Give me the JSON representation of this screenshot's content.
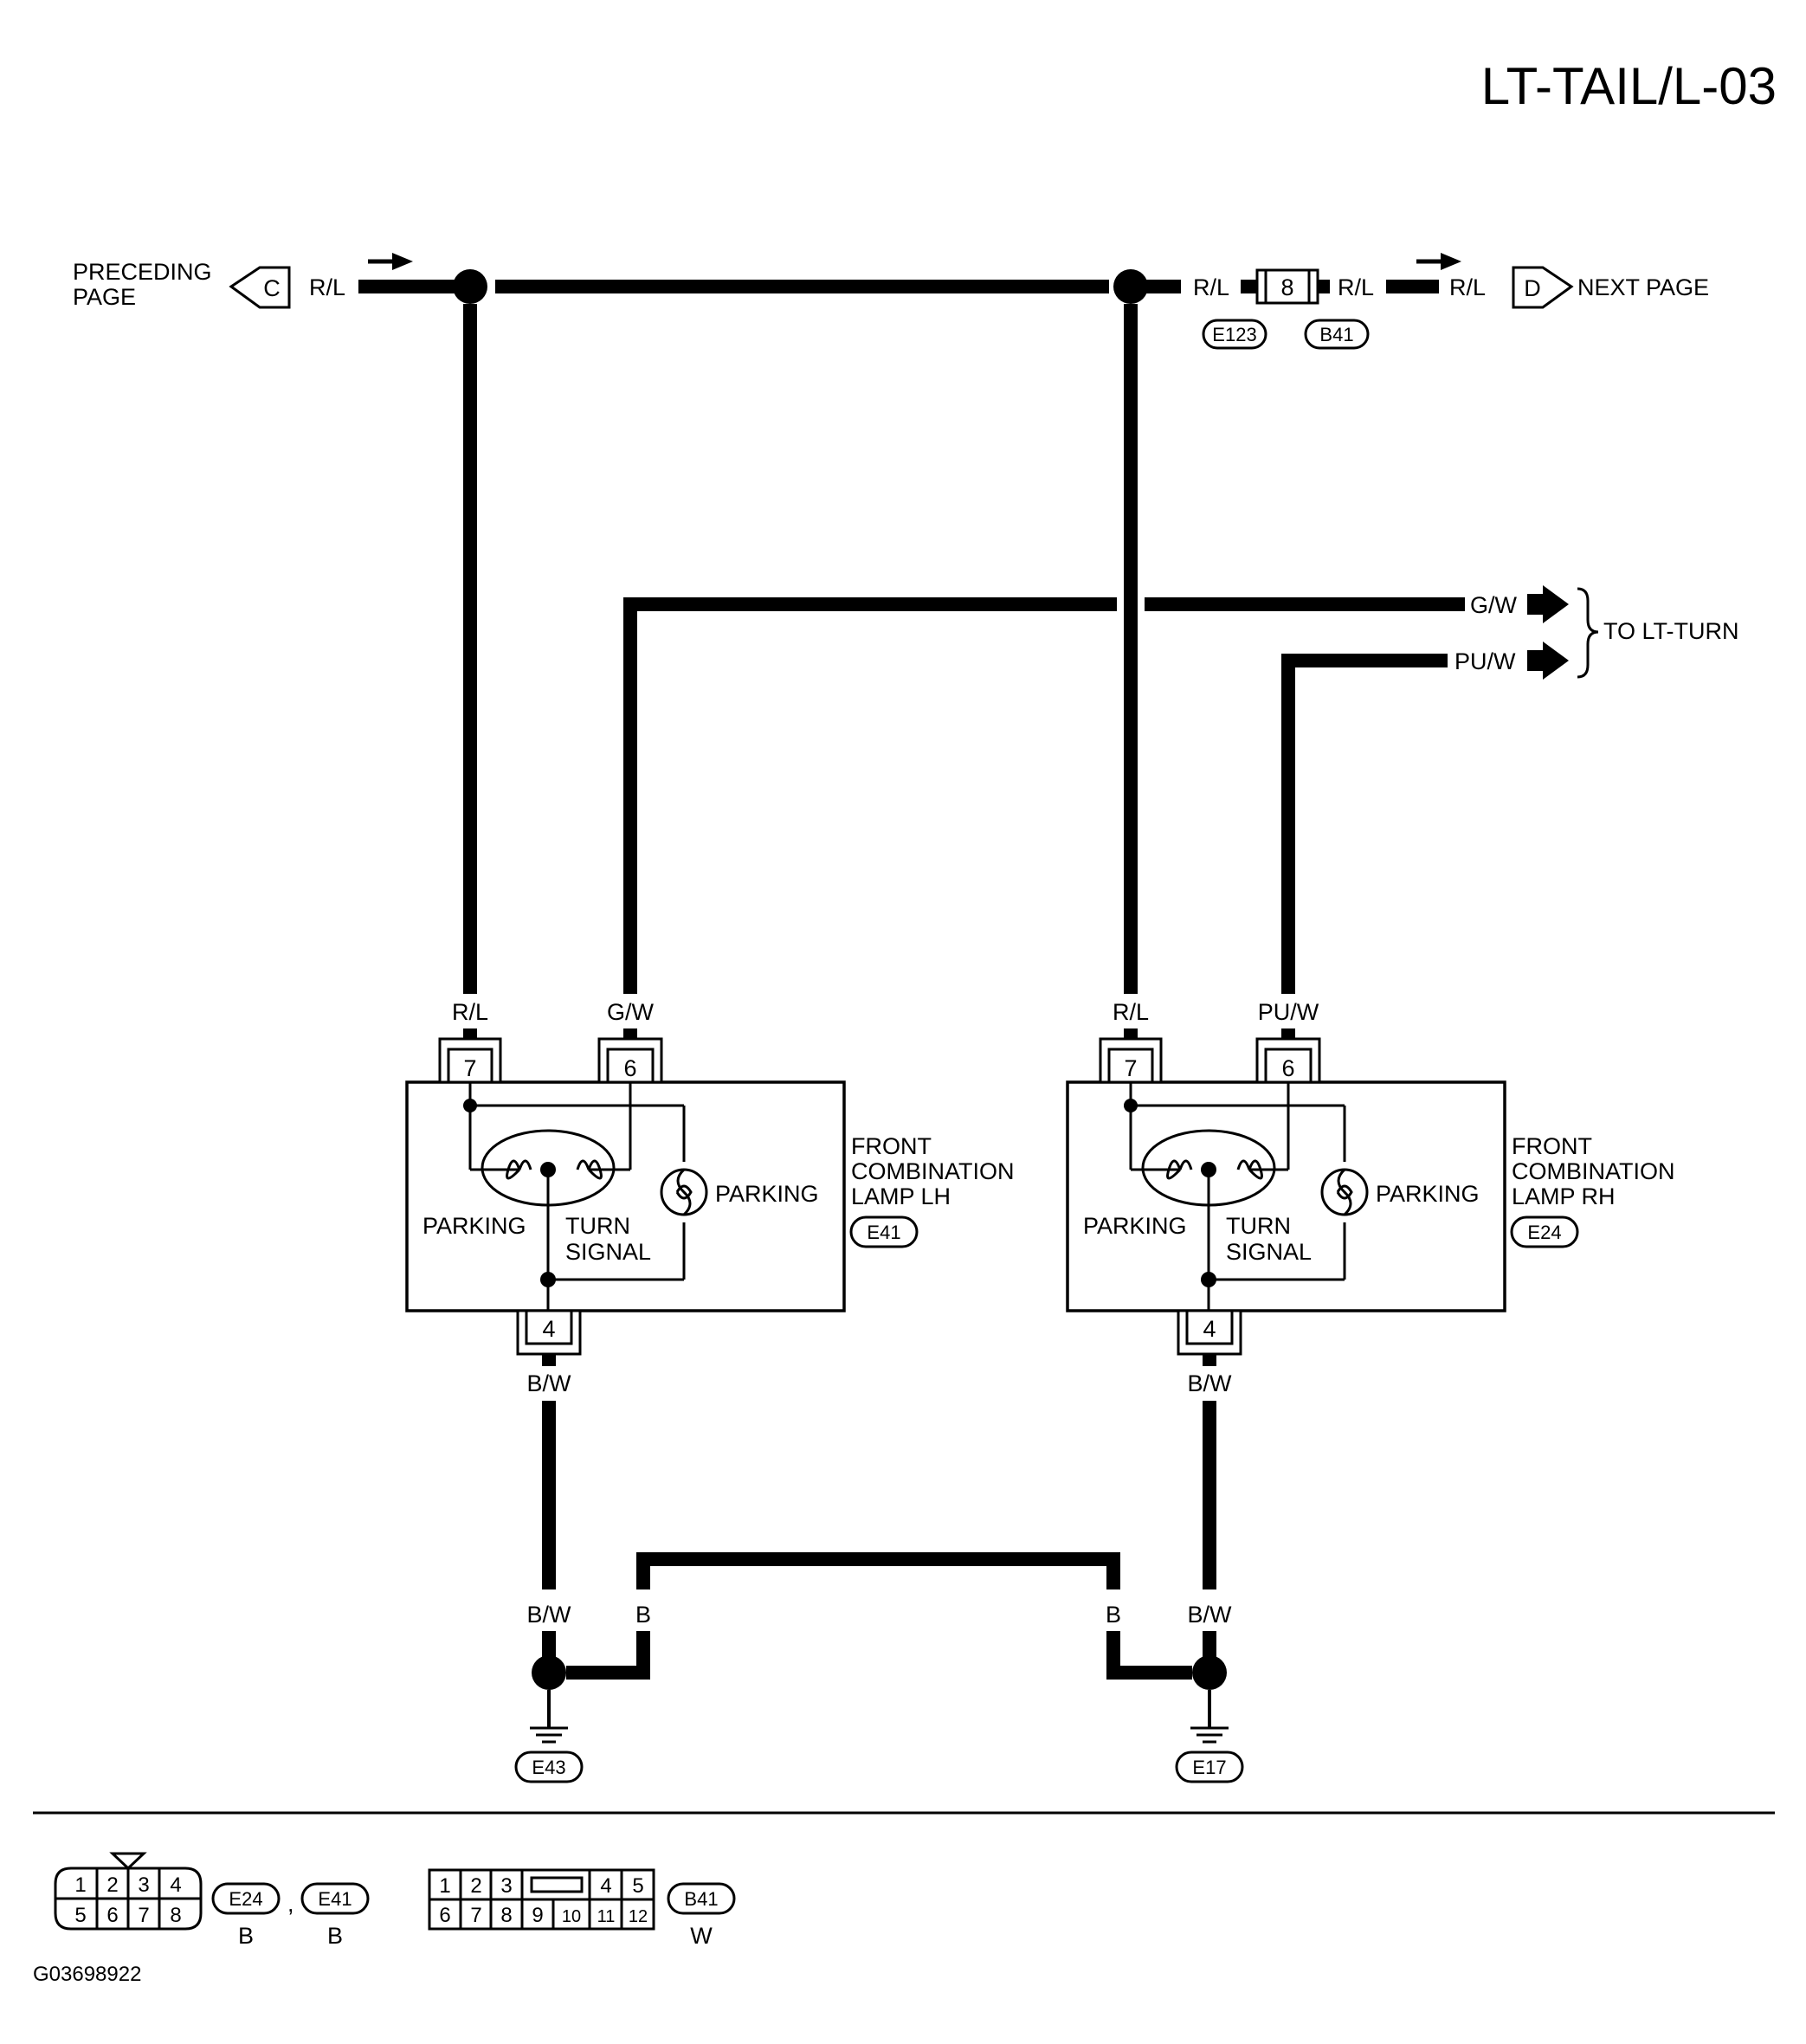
{
  "page_id": "LT-TAIL/L-03",
  "figure_id": "G03698922",
  "preceding": {
    "label_line1": "PRECEDING",
    "label_line2": "PAGE",
    "connector": "C",
    "wire": "R/L"
  },
  "next": {
    "label": "NEXT PAGE",
    "connector": "D",
    "wire": "R/L"
  },
  "top_connector": {
    "pin": "8",
    "wire_left": "R/L",
    "wire_right": "R/L",
    "code_left": "E123",
    "code_right": "B41"
  },
  "to_lt_turn": {
    "label": "TO LT-TURN",
    "wire_gw": "G/W",
    "wire_puw": "PU/W"
  },
  "lamp_lh": {
    "name_line1": "FRONT",
    "name_line2": "COMBINATION",
    "name_line3": "LAMP LH",
    "code": "E41",
    "pin_rl": "7",
    "pin_turn": "6",
    "pin_gnd": "4",
    "wire_rl": "R/L",
    "wire_turn": "G/W",
    "wire_gnd": "B/W",
    "parking_left": "PARKING",
    "turn_line1": "TURN",
    "turn_line2": "SIGNAL",
    "parking_right": "PARKING"
  },
  "lamp_rh": {
    "name_line1": "FRONT",
    "name_line2": "COMBINATION",
    "name_line3": "LAMP RH",
    "code": "E24",
    "pin_rl": "7",
    "pin_turn": "6",
    "pin_gnd": "4",
    "wire_rl": "R/L",
    "wire_turn": "PU/W",
    "wire_gnd": "B/W",
    "parking_left": "PARKING",
    "turn_line1": "TURN",
    "turn_line2": "SIGNAL",
    "parking_right": "PARKING"
  },
  "ground_lh": {
    "code": "E43",
    "wire_bw": "B/W",
    "wire_b": "B"
  },
  "ground_rh": {
    "code": "E17",
    "wire_bw": "B/W",
    "wire_b": "B"
  },
  "legend": {
    "conn8_pins": [
      "1",
      "2",
      "3",
      "4",
      "5",
      "6",
      "7",
      "8"
    ],
    "conn8_codes": [
      {
        "code": "E24",
        "color": "B"
      },
      {
        "code": "E41",
        "color": "B"
      }
    ],
    "conn8_sep": ",",
    "conn12_pins": [
      "1",
      "2",
      "3",
      "4",
      "5",
      "6",
      "7",
      "8",
      "9",
      "10",
      "11",
      "12"
    ],
    "conn12_code": {
      "code": "B41",
      "color": "W"
    }
  }
}
